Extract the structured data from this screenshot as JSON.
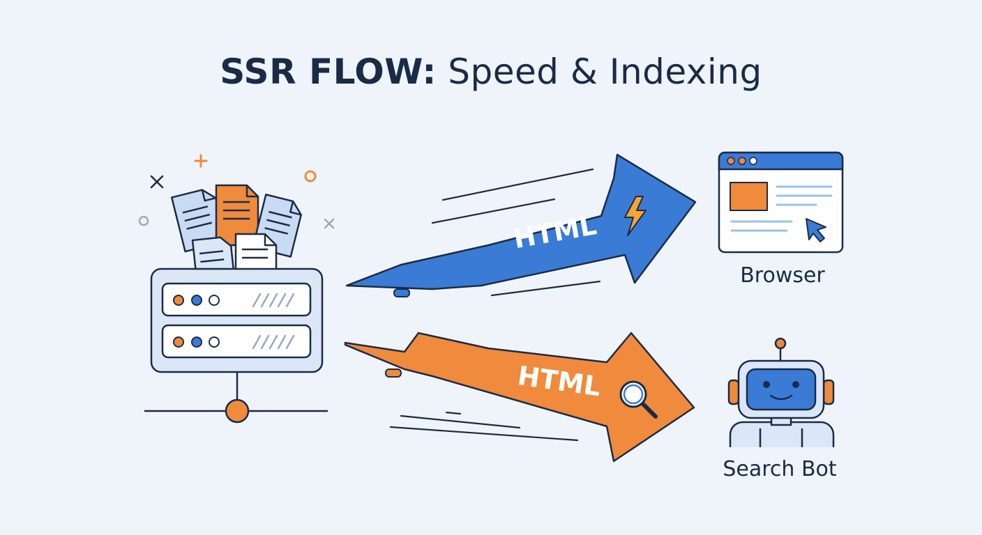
{
  "title": {
    "bold_part": "SSR FLOW:",
    "rest_part": " Speed & Indexing"
  },
  "arrows": {
    "top_label": "HTML",
    "bottom_label": "HTML"
  },
  "targets": {
    "browser_label": "Browser",
    "bot_label": "Search Bot"
  },
  "colors": {
    "background": "#eef4fa",
    "blue": "#3a7bd5",
    "orange": "#f08a3c",
    "ink": "#1a2b47",
    "light_blue": "#dbe7f7"
  },
  "icons": [
    "server-icon",
    "documents-icon",
    "lightning-icon",
    "magnifier-icon",
    "browser-window-icon",
    "cursor-icon",
    "robot-icon"
  ]
}
